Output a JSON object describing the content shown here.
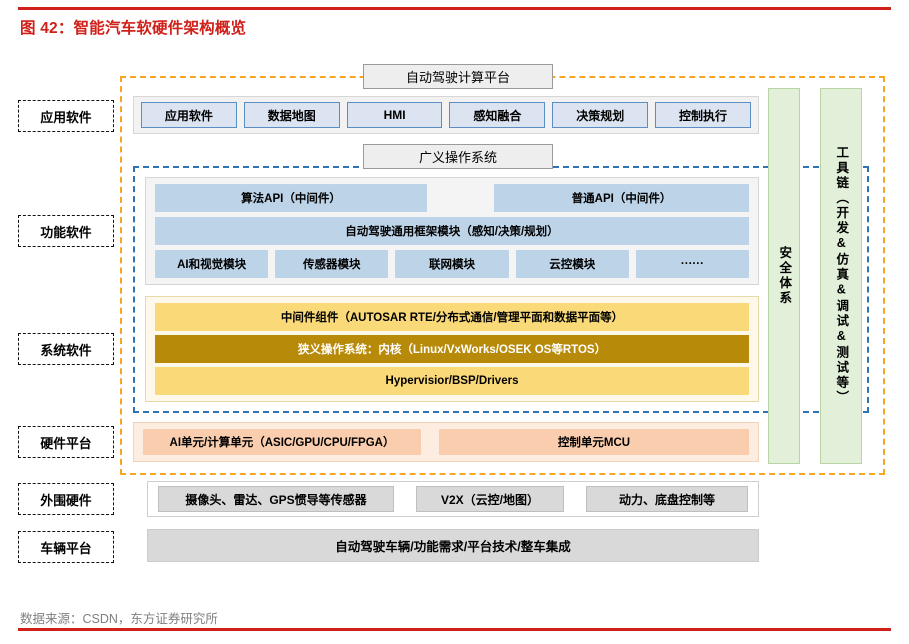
{
  "header": {
    "figure_title": "图 42：智能汽车软硬件架构概览",
    "title_color": "#d0201a"
  },
  "footer": {
    "source_note": "数据来源：CSDN，东方证券研究所"
  },
  "axis_labels": [
    {
      "label": "应用软件"
    },
    {
      "label": "功能软件"
    },
    {
      "label": "系统软件"
    },
    {
      "label": "硬件平台"
    },
    {
      "label": "外围硬件"
    },
    {
      "label": "车辆平台"
    }
  ],
  "chips": {
    "compute_platform": "自动驾驶计算平台",
    "generalized_os": "广义操作系统"
  },
  "frames": {
    "outer_dashed_color": "#f5a623",
    "inner_dashed_color": "#2e74b5"
  },
  "application_software": {
    "cells": [
      "应用软件",
      "数据地图",
      "HMI",
      "感知融合",
      "决策规划",
      "控制执行"
    ]
  },
  "functional_software": {
    "api_row": [
      "算法API（中间件）",
      "普通API（中间件）"
    ],
    "framework_row": [
      "自动驾驶通用框架模块（感知/决策/规划）"
    ],
    "modules_row": [
      "AI和视觉模块",
      "传感器模块",
      "联网模块",
      "云控模块",
      "······"
    ]
  },
  "system_software": {
    "bars": [
      {
        "text": "中间件组件（AUTOSAR RTE/分布式通信/管理平面和数据平面等）",
        "style": "light"
      },
      {
        "text": "狭义操作系统：内核（Linux/VxWorks/OSEK OS等RTOS）",
        "style": "dark"
      },
      {
        "text": "Hypervisior/BSP/Drivers",
        "style": "light"
      }
    ]
  },
  "hardware_platform": {
    "cells": [
      "AI单元/计算单元（ASIC/GPU/CPU/FPGA）",
      "控制单元MCU"
    ]
  },
  "peripheral_hardware": {
    "cells": [
      "摄像头、雷达、GPS惯导等传感器",
      "V2X（云控/地图）",
      "动力、底盘控制等"
    ]
  },
  "vehicle_platform": {
    "label": "自动驾驶车辆/功能需求/平台技术/整车集成"
  },
  "vertical_columns": [
    {
      "label": "安全体系"
    },
    {
      "label": "工具链（开发&仿真&调试&测试等）"
    }
  ],
  "colors": {
    "accent_red": "#d0201a",
    "orange_dash": "#f5a623",
    "blue_dash": "#2e74b5",
    "app_cell_fill": "#dbe4f0",
    "app_cell_border": "#5b8ec4",
    "func_cell_fill": "#bcd3e8",
    "sys_light": "#fad978",
    "sys_dark": "#b88a09",
    "hw_cell_fill": "#f9cdad",
    "hw_panel_fill": "#fdece0",
    "gray_cell_fill": "#d9d9d9",
    "green_col_fill": "#e2efd9"
  }
}
